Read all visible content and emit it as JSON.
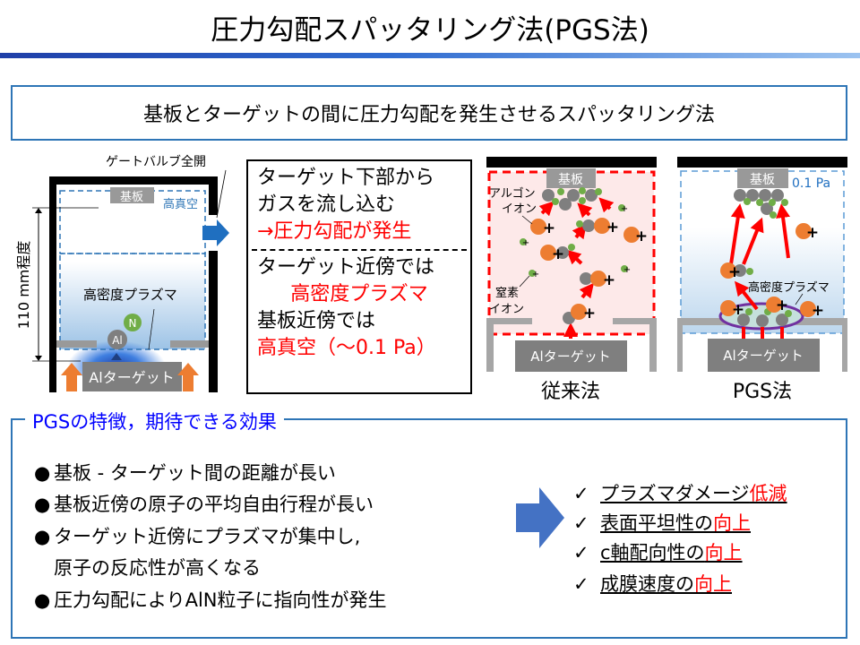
{
  "title": "圧力勾配スパッタリング法(PGS法)",
  "summary": "基板とターゲットの間に圧力勾配を発生させるスパッタリング法",
  "left_diagram": {
    "gate_valve": "ゲートバルブ全開",
    "distance": "110 mm程度",
    "substrate": "基板",
    "high_vacuum": "高真空",
    "plasma": "高密度プラズマ",
    "al": "Al",
    "n": "N",
    "target": "Alターゲット"
  },
  "textbox": {
    "line1": "ターゲット下部から",
    "line2": "ガスを流し込む",
    "line3": "→圧力勾配が発生",
    "line4": "ターゲット近傍では",
    "line5": "高密度プラズマ",
    "line6": "基板近傍では",
    "line7": "高真空（～0.1 Pa）"
  },
  "conventional": {
    "label": "従来法",
    "substrate": "基板",
    "argon_ion_1": "アルゴン",
    "argon_ion_2": "イオン",
    "nitrogen_ion_1": "窒素",
    "nitrogen_ion_2": "イオン",
    "target": "Alターゲット",
    "plus": "+"
  },
  "pgs": {
    "label": "PGS法",
    "substrate": "基板",
    "pressure": "0.1 Pa",
    "plasma": "高密度プラズマ",
    "target": "Alターゲット",
    "plus": "+"
  },
  "features": {
    "title": "PGSの特徴，期待できる効果",
    "bullet_mark": "●",
    "bullets": [
      "基板 - ターゲット間の距離が長い",
      "基板近傍の原子の平均自由行程が長い",
      "ターゲット近傍にプラズマが集中し,",
      "原子の反応性が高くなる",
      "圧力勾配によりAlN粒子に指向性が発生"
    ],
    "check_mark": "✓",
    "effects": [
      {
        "text": "プラズマダメージ",
        "highlight": "低減"
      },
      {
        "text": "表面平坦性の",
        "highlight": "向上"
      },
      {
        "text": "c軸配向性の",
        "highlight": "向上"
      },
      {
        "text": "成膜速度の",
        "highlight": "向上"
      }
    ]
  },
  "colors": {
    "accent_blue": "#2E75B6",
    "red": "#FF0000",
    "orange": "#ED7D31",
    "green": "#70AD47",
    "gray": "#7F7F7F",
    "purple": "#7030A0"
  }
}
